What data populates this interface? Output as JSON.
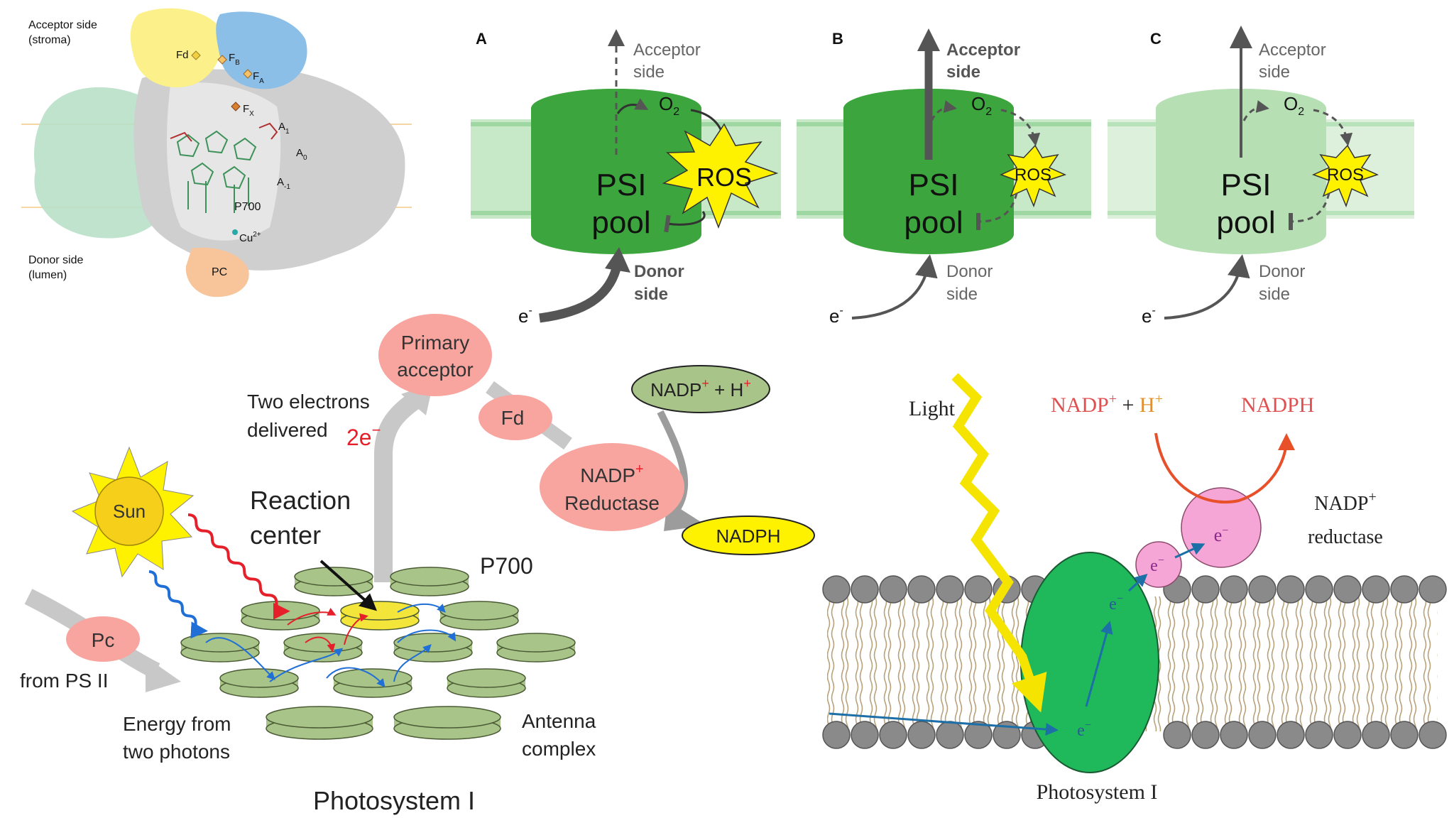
{
  "psi_structure": {
    "acceptor_side": "Acceptor side",
    "acceptor_side_sub": "(stroma)",
    "donor_side": "Donor side",
    "donor_side_sub": "(lumen)",
    "fd": "Fd",
    "fb": "F",
    "fb_sub": "B",
    "fa": "F",
    "fa_sub": "A",
    "fx": "F",
    "fx_sub": "X",
    "a1": "A",
    "a1_sub": "1",
    "a0": "A",
    "a0_sub": "0",
    "am1": "A",
    "am1_sub": "-1",
    "p700": "P700",
    "cu": "Cu",
    "cu_sup": "2+",
    "pc": "PC"
  },
  "panels": [
    {
      "letter": "A",
      "acceptor1": "Acceptor",
      "acceptor2": "side",
      "o2": "O",
      "o2_sub": "2",
      "ros": "ROS",
      "psi": "PSI",
      "pool": "pool",
      "donor1": "Donor",
      "donor2": "side",
      "e": "e",
      "e_sup": "-"
    },
    {
      "letter": "B",
      "acceptor1": "Acceptor",
      "acceptor2": "side",
      "o2": "O",
      "o2_sub": "2",
      "ros": "ROS",
      "psi": "PSI",
      "pool": "pool",
      "donor1": "Donor",
      "donor2": "side",
      "e": "e",
      "e_sup": "-"
    },
    {
      "letter": "C",
      "acceptor1": "Acceptor",
      "acceptor2": "side",
      "o2": "O",
      "o2_sub": "2",
      "ros": "ROS",
      "psi": "PSI",
      "pool": "pool",
      "donor1": "Donor",
      "donor2": "side",
      "e": "e",
      "e_sup": "-"
    }
  ],
  "psi_scheme": {
    "primary1": "Primary",
    "primary2": "acceptor",
    "fd": "Fd",
    "nadp_reductase1": "NADP",
    "nadp_reductase1_sup": "+",
    "nadp_reductase2": "Reductase",
    "nadp_h_1": "NADP",
    "nadp_h_sup1": "+",
    "nadp_h_2": " + H",
    "nadp_h_sup2": "+",
    "nadph": "NADPH",
    "two_electrons1": "Two electrons",
    "two_electrons2": "delivered",
    "two_e": "2e",
    "two_e_sup": "−",
    "reaction1": "Reaction",
    "reaction2": "center",
    "p700": "P700",
    "sun": "Sun",
    "pc": "Pc",
    "from_ps2": "from PS II",
    "energy1": "Energy from",
    "energy2": "two photons",
    "antenna1": "Antenna",
    "antenna2": "complex",
    "title": "Photosystem I"
  },
  "membrane": {
    "light": "Light",
    "nadp": "NADP",
    "nadp_sup": "+",
    "plus": " + ",
    "h": "H",
    "h_sup": "+",
    "nadph": "NADPH",
    "reductase1": "NADP",
    "reductase1_sup": "+",
    "reductase2": "reductase",
    "e": "e",
    "e_sup": "−",
    "title": "Photosystem I"
  },
  "colors": {
    "dark_green": "#3da53d",
    "light_green": "#b6e0b4",
    "ros_yellow": "#fff200",
    "salmon": "#f8a5a0",
    "olive": "#a9c489",
    "membrane_green": "#1fb85a"
  }
}
